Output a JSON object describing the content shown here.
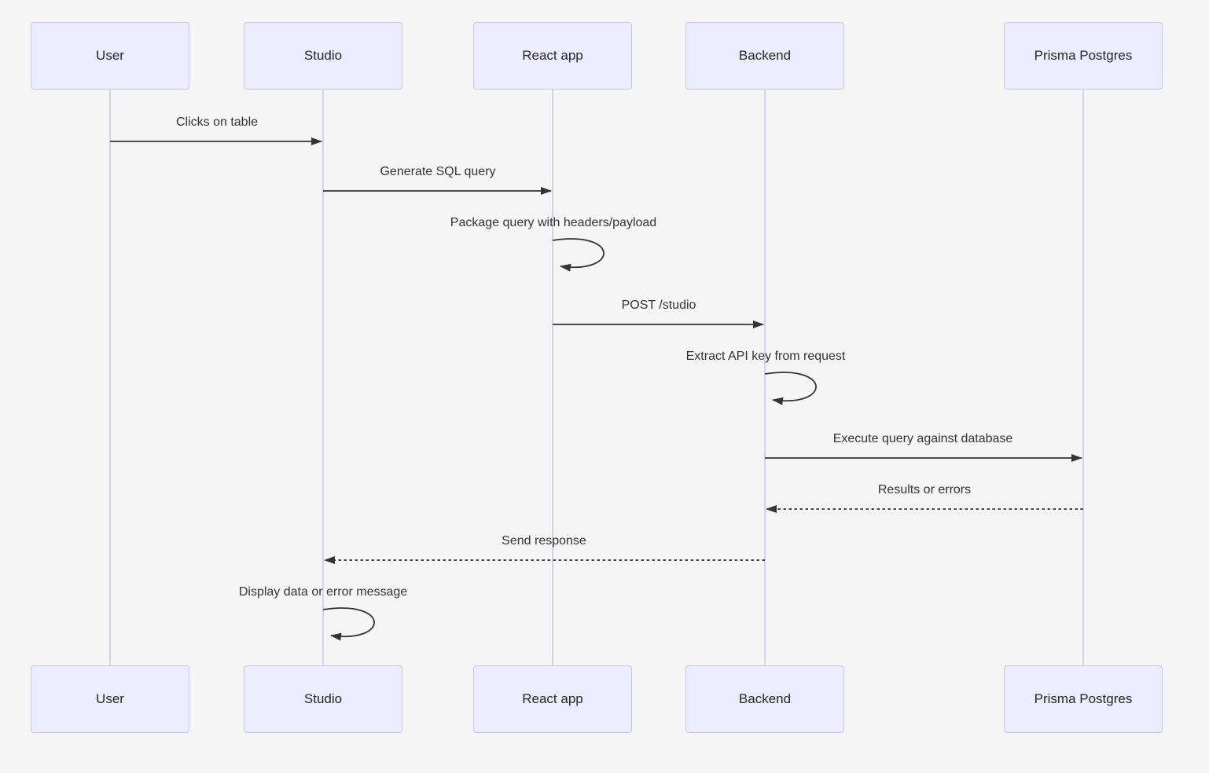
{
  "diagram": {
    "type": "sequence",
    "background": "#f5f5f5",
    "colors": {
      "actor_fill": "#ececff",
      "actor_border": "#ccc3e8",
      "lifeline": "#d8cfee",
      "arrow": "#333333",
      "text": "#333333"
    },
    "actors": [
      {
        "name": "User"
      },
      {
        "name": "Studio"
      },
      {
        "name": "React app"
      },
      {
        "name": "Backend"
      },
      {
        "name": "Prisma Postgres"
      }
    ],
    "messages": [
      {
        "from": "User",
        "to": "Studio",
        "label": "Clicks on table",
        "line": "solid"
      },
      {
        "from": "Studio",
        "to": "React app",
        "label": "Generate SQL query",
        "line": "solid"
      },
      {
        "from": "React app",
        "to": "React app",
        "label": "Package query with headers/payload",
        "line": "self"
      },
      {
        "from": "React app",
        "to": "Backend",
        "label": "POST /studio",
        "line": "solid"
      },
      {
        "from": "Backend",
        "to": "Backend",
        "label": "Extract API key from request",
        "line": "self"
      },
      {
        "from": "Backend",
        "to": "Prisma Postgres",
        "label": "Execute query against database",
        "line": "solid"
      },
      {
        "from": "Prisma Postgres",
        "to": "Backend",
        "label": "Results or errors",
        "line": "dashed"
      },
      {
        "from": "Backend",
        "to": "Studio",
        "label": "Send response",
        "line": "dashed"
      },
      {
        "from": "Studio",
        "to": "Studio",
        "label": "Display data or error message",
        "line": "self"
      }
    ]
  }
}
